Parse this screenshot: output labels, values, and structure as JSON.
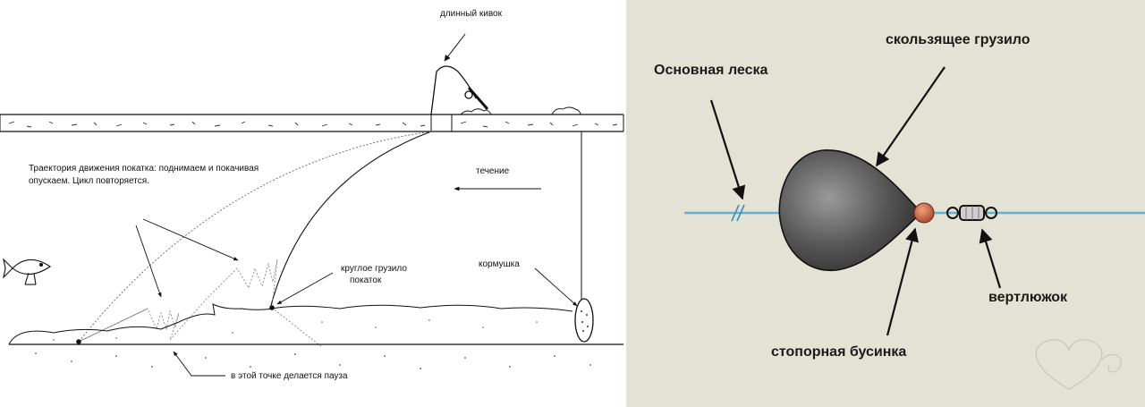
{
  "left_diagram": {
    "labels": {
      "long_nod": "длинный кивок",
      "trajectory_line1": "Траектория движения покатка: поднимаем и покачивая",
      "trajectory_line2": "опускаем. Цикл повторяется.",
      "current": "течение",
      "round_sinker_line1": "круглое грузило",
      "round_sinker_line2": "покаток",
      "feeder": "кормушка",
      "pause_point": "в этой точке делается пауза"
    }
  },
  "right_diagram": {
    "labels": {
      "main_line": "Основная леска",
      "sliding_sinker": "скользящее грузило",
      "swivel": "вертлюжок",
      "stopper_bead": "стопорная бусинка"
    },
    "colors": {
      "background": "#e4e2d5",
      "line": "#5fb3d8",
      "bead": "#c9694a",
      "sinker": "#4a4a4a"
    }
  }
}
